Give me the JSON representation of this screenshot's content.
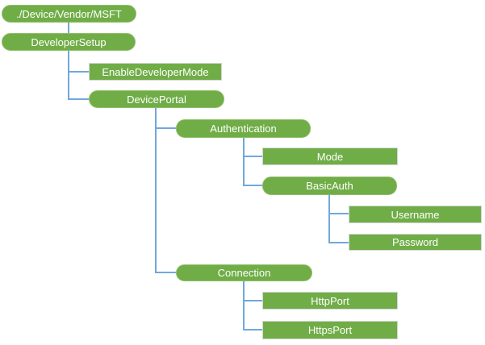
{
  "colors": {
    "node_fill": "#70AD47",
    "pill_border": "#8FBE68",
    "rect_border": "#D6D6D6",
    "connector": "#6FA8DC",
    "text": "#FFFFFF",
    "canvas_bg": "#FFFFFF"
  },
  "nodes": [
    {
      "id": "root",
      "label": "./Device/Vendor/MSFT",
      "shape": "pill",
      "parent": null
    },
    {
      "id": "developer-setup",
      "label": "DeveloperSetup",
      "shape": "pill",
      "parent": "root"
    },
    {
      "id": "enable-developer-mode",
      "label": "EnableDeveloperMode",
      "shape": "rect",
      "parent": "developer-setup"
    },
    {
      "id": "device-portal",
      "label": "DevicePortal",
      "shape": "pill",
      "parent": "developer-setup"
    },
    {
      "id": "authentication",
      "label": "Authentication",
      "shape": "pill",
      "parent": "device-portal"
    },
    {
      "id": "mode",
      "label": "Mode",
      "shape": "rect",
      "parent": "authentication"
    },
    {
      "id": "basic-auth",
      "label": "BasicAuth",
      "shape": "pill",
      "parent": "authentication"
    },
    {
      "id": "username",
      "label": "Username",
      "shape": "rect",
      "parent": "basic-auth"
    },
    {
      "id": "password",
      "label": "Password",
      "shape": "rect",
      "parent": "basic-auth"
    },
    {
      "id": "connection",
      "label": "Connection",
      "shape": "pill",
      "parent": "device-portal"
    },
    {
      "id": "http-port",
      "label": "HttpPort",
      "shape": "rect",
      "parent": "connection"
    },
    {
      "id": "https-port",
      "label": "HttpsPort",
      "shape": "rect",
      "parent": "connection"
    }
  ]
}
